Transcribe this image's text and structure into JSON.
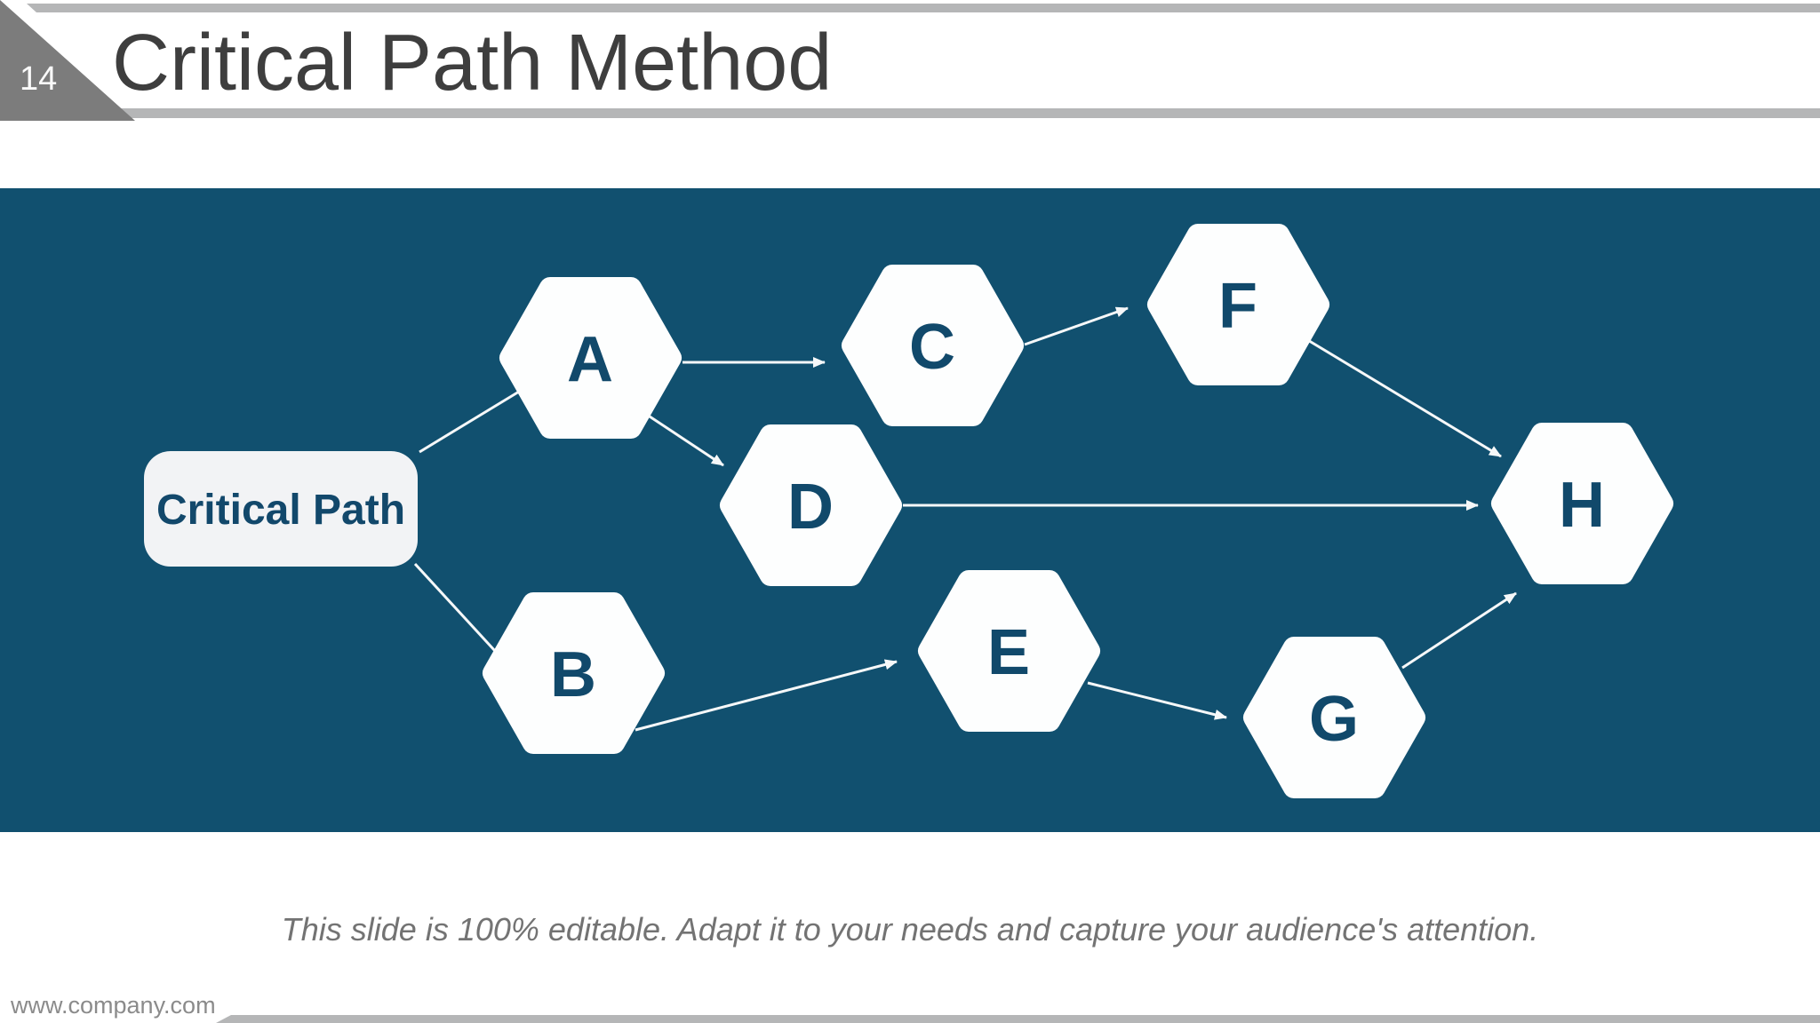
{
  "slide": {
    "page_number": "14",
    "title": "Critical Path Method",
    "caption": "This slide is 100% editable. Adapt it to your needs and capture your audience's attention.",
    "footer_url": "www.company.com"
  },
  "diagram": {
    "start_label": "Critical Path",
    "nodes": [
      {
        "id": "A",
        "label": "A"
      },
      {
        "id": "B",
        "label": "B"
      },
      {
        "id": "C",
        "label": "C"
      },
      {
        "id": "D",
        "label": "D"
      },
      {
        "id": "E",
        "label": "E"
      },
      {
        "id": "F",
        "label": "F"
      },
      {
        "id": "G",
        "label": "G"
      },
      {
        "id": "H",
        "label": "H"
      }
    ],
    "edges": [
      {
        "from": "Critical Path",
        "to": "A",
        "arrowhead": false
      },
      {
        "from": "Critical Path",
        "to": "B",
        "arrowhead": false
      },
      {
        "from": "A",
        "to": "C",
        "arrowhead": true
      },
      {
        "from": "A",
        "to": "D",
        "arrowhead": true
      },
      {
        "from": "C",
        "to": "F",
        "arrowhead": true
      },
      {
        "from": "F",
        "to": "H",
        "arrowhead": true
      },
      {
        "from": "D",
        "to": "H",
        "arrowhead": true
      },
      {
        "from": "B",
        "to": "E",
        "arrowhead": true
      },
      {
        "from": "E",
        "to": "G",
        "arrowhead": true
      },
      {
        "from": "G",
        "to": "H",
        "arrowhead": true
      }
    ],
    "colors": {
      "panel_background": "#11506f",
      "node_fill": "#fdfefe",
      "node_text": "#11496b",
      "arrow": "#f6f8f9",
      "start_fill": "#f2f3f5",
      "header_strip": "#b5b6b7",
      "corner_triangle": "#7c7c7c",
      "title_text": "#3e3e3e",
      "caption_text": "#737373"
    }
  }
}
